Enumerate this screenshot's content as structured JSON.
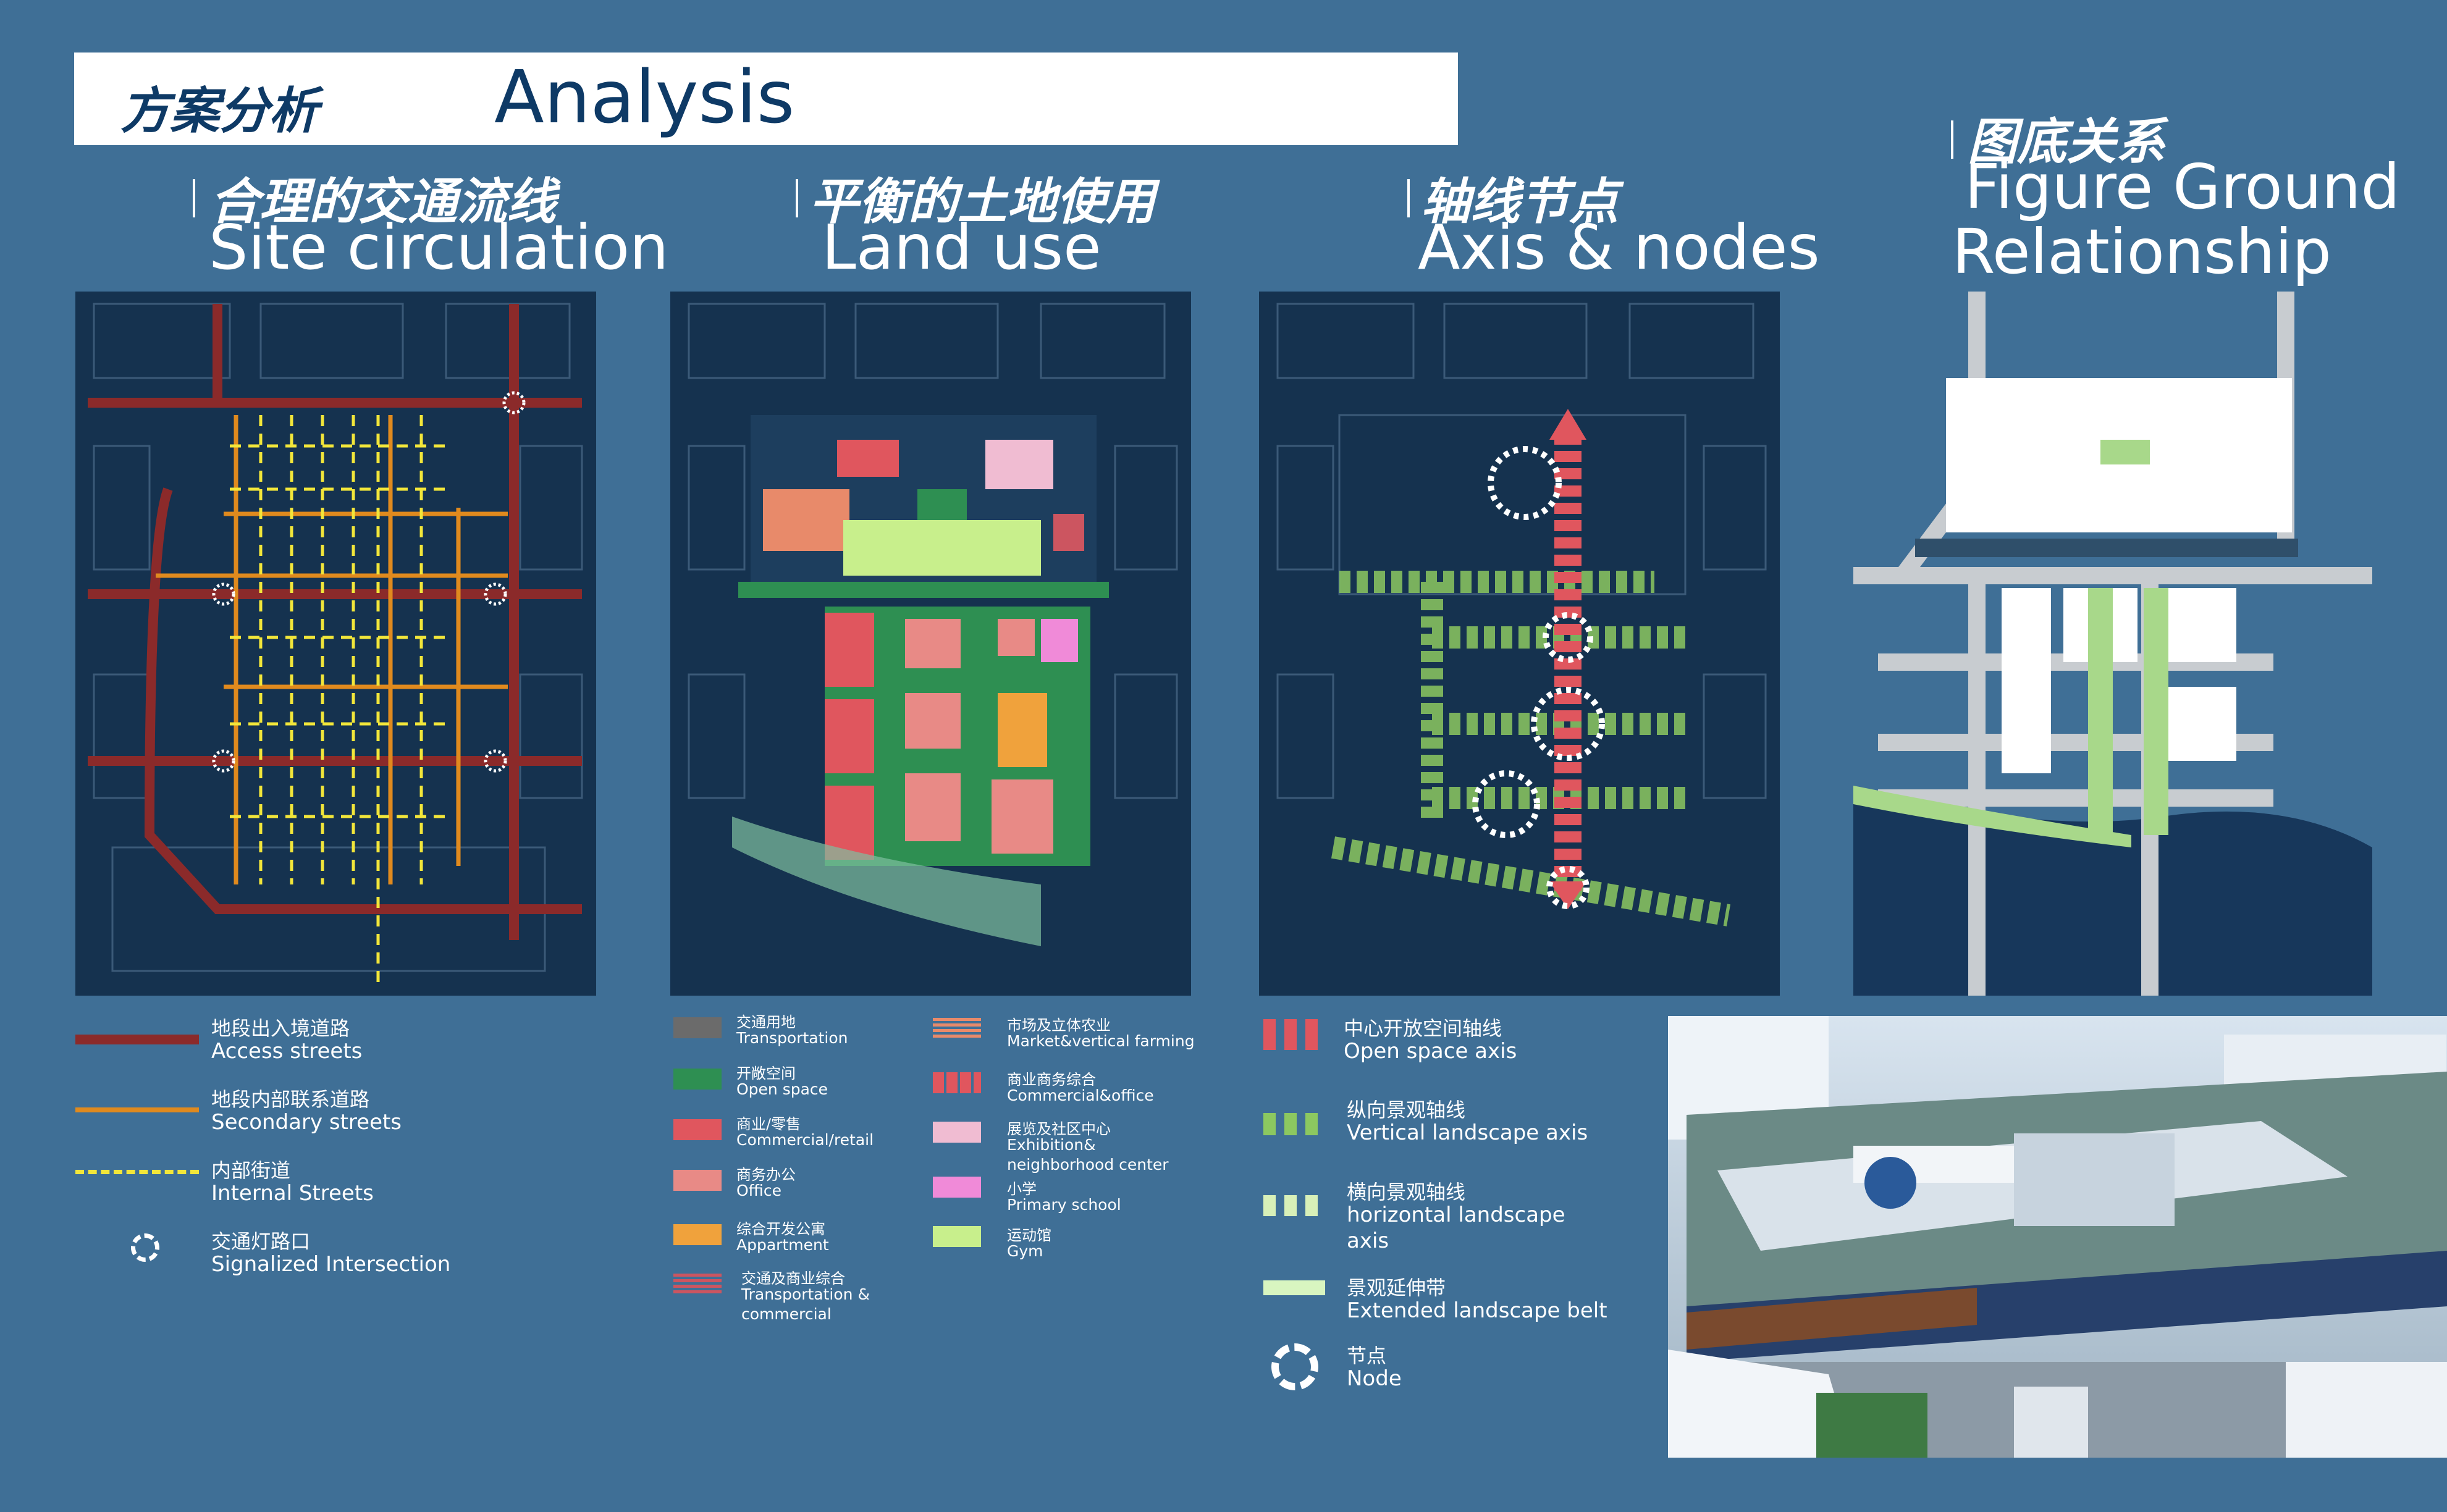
{
  "header": {
    "title_cn": "方案分析",
    "title_en": "Analysis"
  },
  "sections": [
    {
      "cn": "合理的交通流线",
      "en": "Site circulation"
    },
    {
      "cn": "平衡的土地使用",
      "en": "Land use"
    },
    {
      "cn": "轴线节点",
      "en": "Axis & nodes"
    },
    {
      "cn": "图底关系",
      "en_line1": "Figure Ground",
      "en_line2": "Relationship"
    }
  ],
  "circulation_legend": [
    {
      "cn": "地段出入境道路",
      "en": "Access streets",
      "color": "#8b2a2a"
    },
    {
      "cn": "地段内部联系道路",
      "en": "Secondary streets",
      "color": "#e08a1e"
    },
    {
      "cn": "内部街道",
      "en": "Internal Streets",
      "color": "#f2e63a"
    },
    {
      "cn": "交通灯路口",
      "en": "Signalized Intersection",
      "color": "#ffffff"
    }
  ],
  "landuse_legend_left": [
    {
      "cn": "交通用地",
      "en": [
        "Transportation"
      ],
      "color": "#6b6b6b"
    },
    {
      "cn": "开敞空间",
      "en": [
        "Open space"
      ],
      "color": "#2e8f52"
    },
    {
      "cn": "商业/零售",
      "en": [
        "Commercial/retail"
      ],
      "color": "#e0565e"
    },
    {
      "cn": "商务办公",
      "en": [
        "Office"
      ],
      "color": "#e88a86"
    },
    {
      "cn": "综合开发公寓",
      "en": [
        "Appartment"
      ],
      "color": "#f0a23c"
    },
    {
      "cn": "交通及商业综合",
      "en": [
        "Transportation &",
        "commercial"
      ],
      "color": "#cc5560"
    }
  ],
  "landuse_legend_right": [
    {
      "cn": "市场及立体农业",
      "en": [
        "Market&vertical farming"
      ],
      "color": "#e88a6a"
    },
    {
      "cn": "商业商务综合",
      "en": [
        "Commercial&office"
      ],
      "color": "#e0565e"
    },
    {
      "cn": "展览及社区中心",
      "en": [
        "Exhibition&",
        "neighborhood center"
      ],
      "color": "#f0bcd2"
    },
    {
      "cn": "小学",
      "en": [
        "Primary school"
      ],
      "color": "#f08ad8"
    },
    {
      "cn": "运动馆",
      "en": [
        "Gym"
      ],
      "color": "#c8ef8c"
    }
  ],
  "axis_legend": [
    {
      "cn": "中心开放空间轴线",
      "en": [
        "Open space axis"
      ],
      "color": "#e0565e"
    },
    {
      "cn": "纵向景观轴线",
      "en": [
        "Vertical landscape axis"
      ],
      "color": "#8cc860"
    },
    {
      "cn": "横向景观轴线",
      "en": [
        "horizontal landscape",
        "axis"
      ],
      "color": "#d8f0b8"
    },
    {
      "cn": "景观延伸带",
      "en": [
        "Extended landscape belt"
      ],
      "color": "#d8f5c0"
    },
    {
      "cn": "节点",
      "en": [
        "Node"
      ],
      "color": "#ffffff"
    }
  ]
}
